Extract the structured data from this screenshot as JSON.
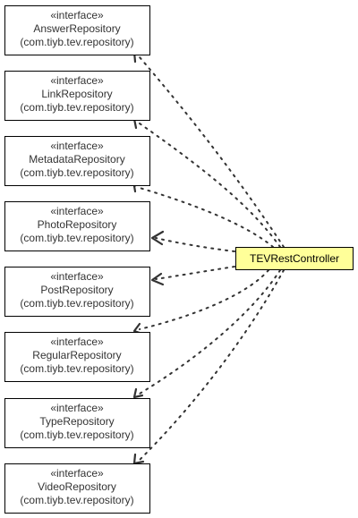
{
  "main_class": {
    "name": "TEVRestController",
    "fill": "#ffff99",
    "stroke": "#000000"
  },
  "interfaces": [
    {
      "stereotype": "«interface»",
      "name": "AnswerRepository",
      "package": "(com.tiyb.tev.repository)"
    },
    {
      "stereotype": "«interface»",
      "name": "LinkRepository",
      "package": "(com.tiyb.tev.repository)"
    },
    {
      "stereotype": "«interface»",
      "name": "MetadataRepository",
      "package": "(com.tiyb.tev.repository)"
    },
    {
      "stereotype": "«interface»",
      "name": "PhotoRepository",
      "package": "(com.tiyb.tev.repository)"
    },
    {
      "stereotype": "«interface»",
      "name": "PostRepository",
      "package": "(com.tiyb.tev.repository)"
    },
    {
      "stereotype": "«interface»",
      "name": "RegularRepository",
      "package": "(com.tiyb.tev.repository)"
    },
    {
      "stereotype": "«interface»",
      "name": "TypeRepository",
      "package": "(com.tiyb.tev.repository)"
    },
    {
      "stereotype": "«interface»",
      "name": "VideoRepository",
      "package": "(com.tiyb.tev.repository)"
    }
  ],
  "edge_style": "dotted-dependency",
  "edge_color": "#333333"
}
